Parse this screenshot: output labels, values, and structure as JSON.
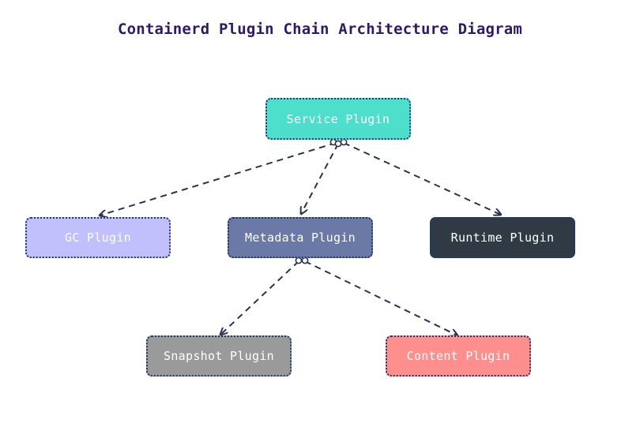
{
  "diagram": {
    "title": "Containerd Plugin Chain Architecture Diagram",
    "nodes": {
      "service": {
        "label": "Service Plugin",
        "fill": "#4ddfcc",
        "text_color": "#ffffff"
      },
      "gc": {
        "label": "GC Plugin",
        "fill": "#c2bffd",
        "text_color": "#ffffff"
      },
      "metadata": {
        "label": "Metadata Plugin",
        "fill": "#6a79a6",
        "text_color": "#ffffff"
      },
      "runtime": {
        "label": "Runtime Plugin",
        "fill": "#2f3a44",
        "text_color": "#ffffff"
      },
      "snapshot": {
        "label": "Snapshot Plugin",
        "fill": "#9a9a9a",
        "text_color": "#ffffff"
      },
      "content": {
        "label": "Content Plugin",
        "fill": "#ff8f8c",
        "text_color": "#ffffff"
      }
    },
    "edges": [
      {
        "from": "service",
        "to": "gc"
      },
      {
        "from": "service",
        "to": "metadata"
      },
      {
        "from": "service",
        "to": "runtime"
      },
      {
        "from": "metadata",
        "to": "snapshot"
      },
      {
        "from": "metadata",
        "to": "content"
      }
    ],
    "style": {
      "edge_color": "#2b3350",
      "title_color": "#2e1a6b",
      "edge_dash": "dashed",
      "edge_head": "arrow",
      "edge_tail": "circle"
    }
  }
}
